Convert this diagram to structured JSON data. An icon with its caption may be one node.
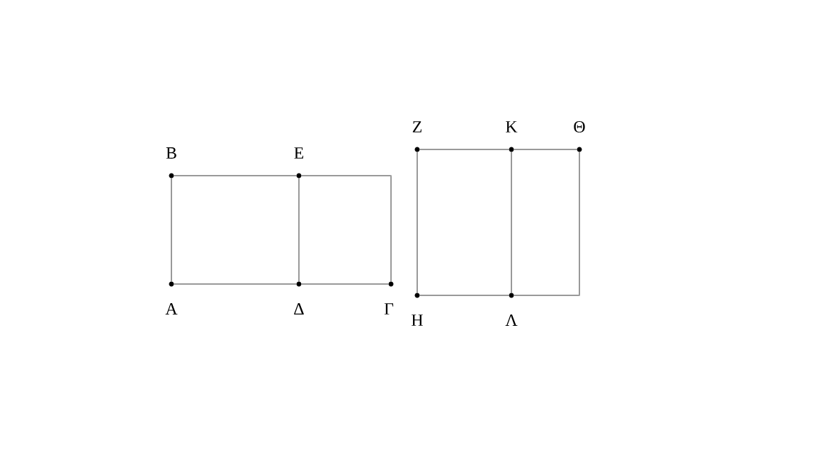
{
  "diagram": {
    "nodes": [
      {
        "text": [
          "Β"
        ]
      },
      {
        "text": [
          "Ε"
        ]
      },
      {
        "text": [],
        "shape": "corner"
      },
      {
        "text": [
          "Α"
        ]
      },
      {
        "text": [
          "Δ"
        ]
      },
      {
        "text": [
          "Γ"
        ]
      },
      {
        "text": [
          "Ζ"
        ]
      },
      {
        "text": [
          "Κ"
        ]
      },
      {
        "text": [
          "Θ"
        ]
      },
      {
        "text": [
          "Η"
        ]
      },
      {
        "text": [
          "Λ"
        ]
      },
      {
        "text": [],
        "shape": "corner"
      }
    ],
    "edges": [
      {
        "from": 0,
        "to": 1,
        "arrow": "none"
      },
      {
        "from": 1,
        "to": 2,
        "arrow": "none"
      },
      {
        "from": 3,
        "to": 4,
        "arrow": "none"
      },
      {
        "from": 4,
        "to": 5,
        "arrow": "none"
      },
      {
        "from": 0,
        "to": 3,
        "arrow": "none"
      },
      {
        "from": 1,
        "to": 4,
        "arrow": "none"
      },
      {
        "from": 2,
        "to": 5,
        "arrow": "none"
      },
      {
        "from": 6,
        "to": 7,
        "arrow": "none"
      },
      {
        "from": 7,
        "to": 8,
        "arrow": "none"
      },
      {
        "from": 9,
        "to": 10,
        "arrow": "none"
      },
      {
        "from": 10,
        "to": 11,
        "arrow": "none"
      },
      {
        "from": 6,
        "to": 9,
        "arrow": "none"
      },
      {
        "from": 7,
        "to": 10,
        "arrow": "none"
      },
      {
        "from": 8,
        "to": 11,
        "arrow": "none"
      }
    ]
  }
}
